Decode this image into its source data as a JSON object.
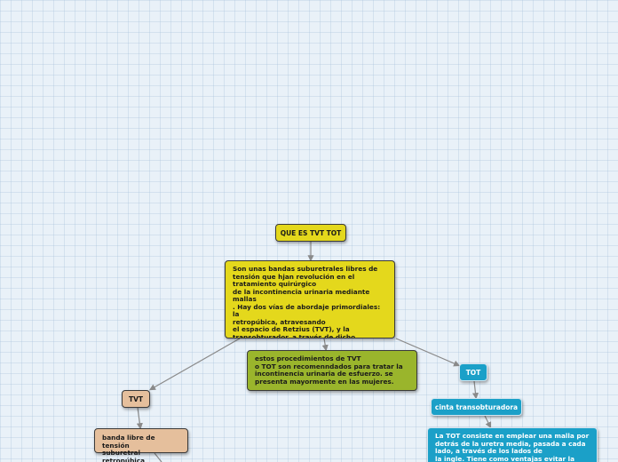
{
  "colors": {
    "background": "#e9f1f8",
    "yellow_node": "#e4d81c",
    "green_node": "#9ab52c",
    "tan_node": "#e5bf9c",
    "blue_node": "#1ba0c8",
    "connector": "#8a8a8a"
  },
  "mindmap": {
    "root": "QUE ES TVT TOT",
    "definition": "Son unas bandas suburetrales libres de\ntensión que hjan revolución en el\ntratamiento quirúrgico\nde la incontinencia urinaria mediante mallas\n. Hay dos vías de abordaje primordiales: la\nretropúbica, atravesando\nel espacio de Retzius (TVT), y la\ntransobturador, a través de dicho foramen\n(TOT).",
    "note": "estos  procedimientos de TVT\no TOT son recomenndados para tratar la\nincontinencia urinaria de esfuerzo. se\npresenta mayormente en las mujeres.",
    "tvt": {
      "label": "TVT",
      "child": "banda libre de tensión\nsuburetral retropúbica"
    },
    "tot": {
      "label": "TOT",
      "child": "cinta transobturadora",
      "description": "La TOT consiste en emplear una malla por\ndetrás de la uretra media, pasada a cada\nlado, a través de los lados de\nla ingle. Tiene como ventajas evitar la"
    }
  }
}
